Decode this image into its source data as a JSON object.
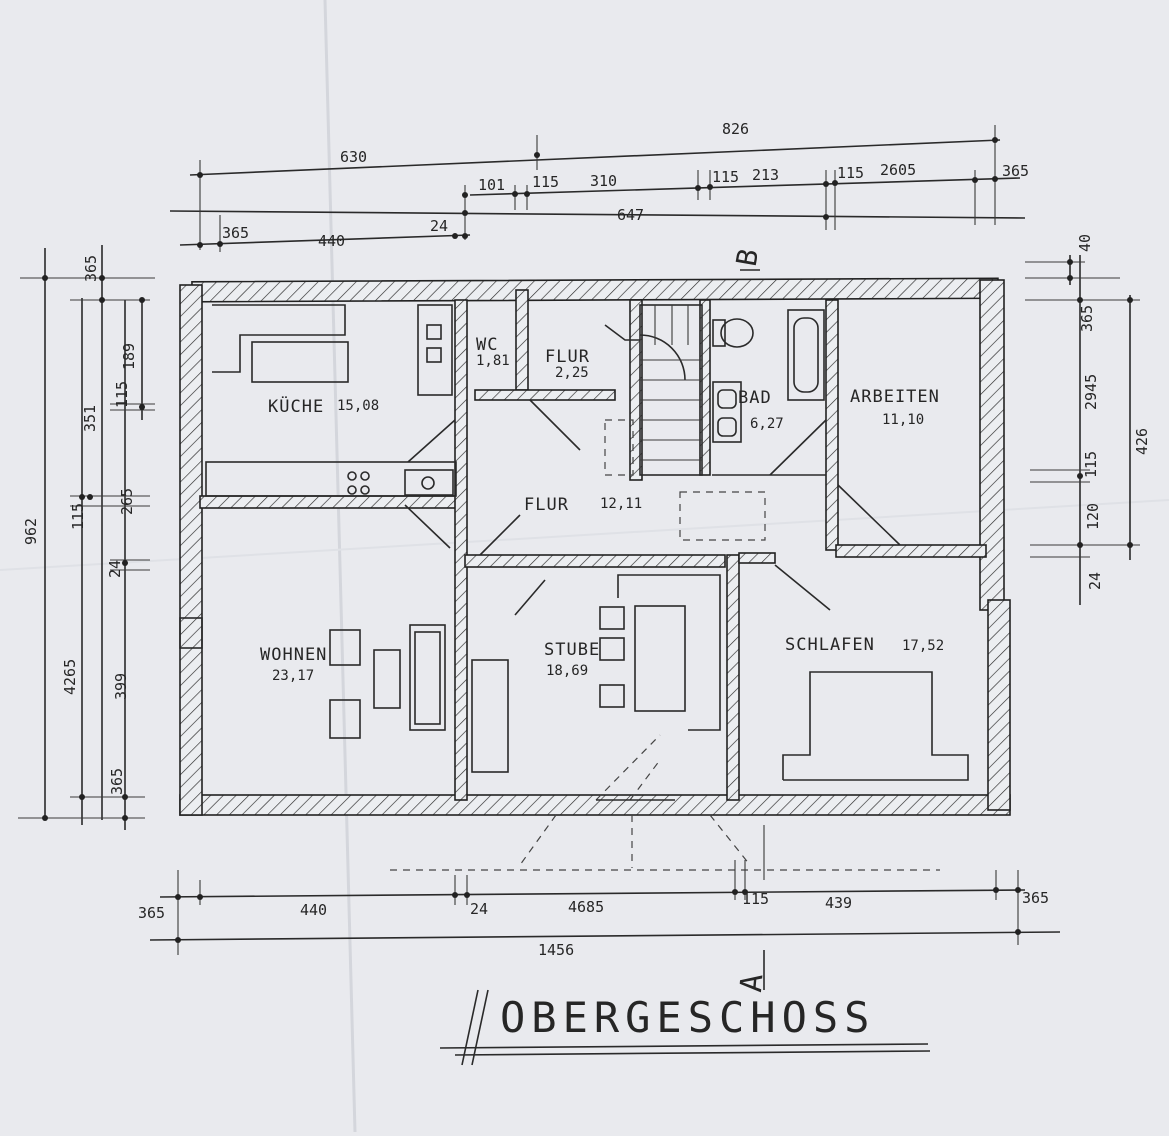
{
  "drawing_title": "OBERGESCHOSS",
  "section_marks": {
    "a": "A",
    "b": "B"
  },
  "rooms": {
    "kueche": {
      "name": "KÜCHE",
      "area": "15,08"
    },
    "wc": {
      "name": "WC",
      "area": "1,81"
    },
    "flur_oben": {
      "name": "FLUR",
      "area": "2,25"
    },
    "bad": {
      "name": "BAD",
      "area": "6,27"
    },
    "arbeiten": {
      "name": "ARBEITEN",
      "area": "11,10"
    },
    "flur": {
      "name": "FLUR",
      "area": "12,11"
    },
    "wohnen": {
      "name": "WOHNEN",
      "area": "23,17"
    },
    "stube": {
      "name": "STUBE",
      "area": "18,69"
    },
    "schlafen": {
      "name": "SCHLAFEN",
      "area": "17,52"
    }
  },
  "dims_top": {
    "d826": "826",
    "d630": "630",
    "d101": "101",
    "d115a": "115",
    "d310": "310",
    "d115b": "115",
    "d213": "213",
    "d115c": "115",
    "d2605": "2605",
    "d365r": "365",
    "d647": "647",
    "d365l": "365",
    "d440": "440",
    "d24": "24"
  },
  "dims_bottom": {
    "d365a": "365",
    "d440": "440",
    "d24": "24",
    "d4685": "4685",
    "d115": "115",
    "d439": "439",
    "d365b": "365",
    "d1456": "1456"
  },
  "dims_left": {
    "d962": "962",
    "d4265": "4265",
    "d365top": "365",
    "d189": "189",
    "d115": "115",
    "d351": "351",
    "d115b": "115",
    "d265": "265",
    "d24": "24",
    "d399": "399",
    "d365bot": "365"
  },
  "dims_right": {
    "d40": "40",
    "d365": "365",
    "d2945": "2945",
    "d115": "115",
    "d120": "120",
    "d24": "24",
    "d426": "426"
  }
}
